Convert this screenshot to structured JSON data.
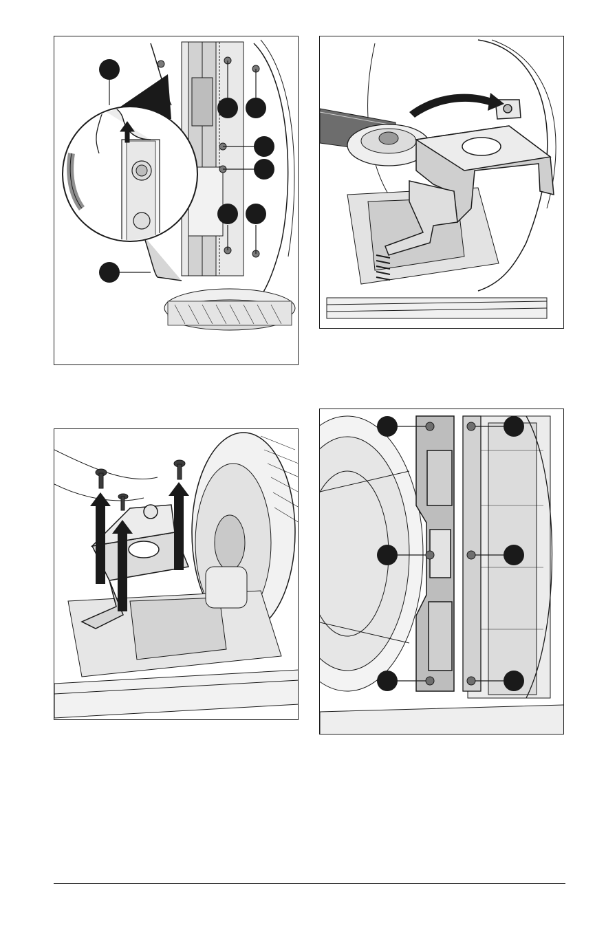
{
  "page": {
    "colors": {
      "line": "#1a1a1a",
      "paper": "#ffffff",
      "shade": "#cfcfcf",
      "mid": "#9c9c9c"
    }
  },
  "figures": [
    {
      "id": "figure-1",
      "callouts": [
        "",
        "",
        "",
        "",
        "",
        "",
        ""
      ],
      "icons": [
        "callout-icon",
        "arrow-up-icon",
        "bolt-icon"
      ]
    },
    {
      "id": "figure-2",
      "icons": [
        "rotate-arrow-icon",
        "bracket-icon"
      ]
    },
    {
      "id": "figure-3",
      "icons": [
        "screw-icon",
        "arrow-up-icon",
        "bracket-icon"
      ]
    },
    {
      "id": "figure-4",
      "callouts": [
        "",
        "",
        "",
        "",
        "",
        ""
      ],
      "icons": [
        "callout-icon",
        "bolt-icon"
      ]
    }
  ]
}
